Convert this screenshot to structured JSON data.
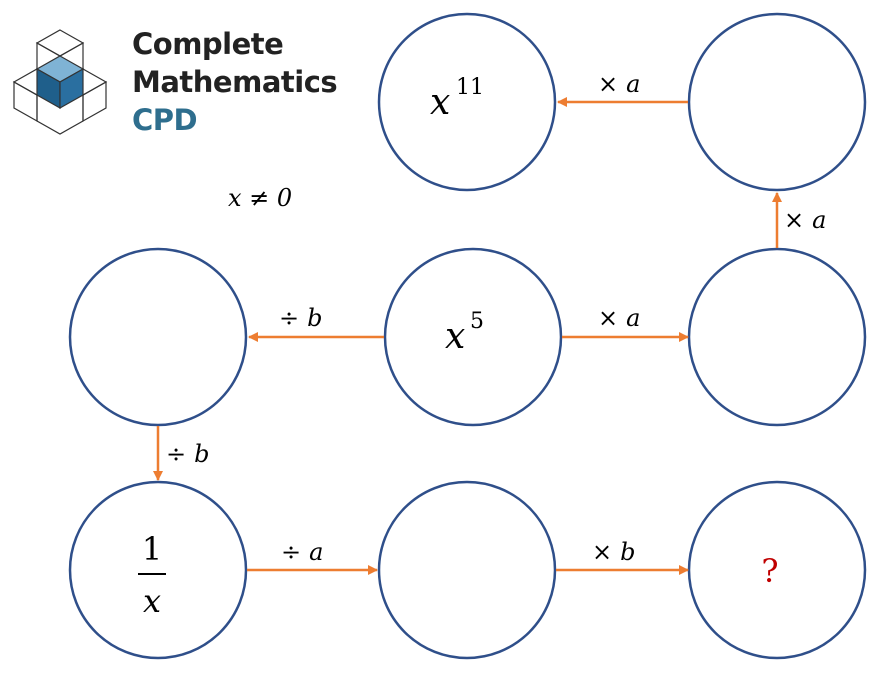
{
  "brand": {
    "line1": "Complete",
    "line2": "Mathematics",
    "line3": "CPD",
    "text_color": "#222222",
    "accent_color": "#2e6e8e",
    "cube_color": "#2a6fa0"
  },
  "condition": "x ≠ 0",
  "colors": {
    "circle_stroke": "#2f4f8a",
    "arrow": "#ed7d31",
    "question": "#c00000",
    "text": "#000000"
  },
  "nodes": [
    {
      "id": "top-mid",
      "base": "x",
      "exp": "11"
    },
    {
      "id": "top-right",
      "base": "",
      "exp": ""
    },
    {
      "id": "mid-left",
      "base": "",
      "exp": ""
    },
    {
      "id": "mid-center",
      "base": "x",
      "exp": "5"
    },
    {
      "id": "mid-right",
      "base": "",
      "exp": ""
    },
    {
      "id": "bot-left",
      "numerator": "1",
      "denominator": "x"
    },
    {
      "id": "bot-mid",
      "base": "",
      "exp": ""
    },
    {
      "id": "bot-right",
      "text": "?"
    }
  ],
  "edges": [
    {
      "id": "top-right-to-top-mid",
      "op": "×",
      "var": "a"
    },
    {
      "id": "mid-right-to-top-right",
      "op": "×",
      "var": "a"
    },
    {
      "id": "mid-center-to-mid-left",
      "op": "÷",
      "var": "b"
    },
    {
      "id": "mid-center-to-mid-right",
      "op": "×",
      "var": "a"
    },
    {
      "id": "mid-left-to-bot-left",
      "op": "÷",
      "var": "b"
    },
    {
      "id": "bot-left-to-bot-mid",
      "op": "÷",
      "var": "a"
    },
    {
      "id": "bot-mid-to-bot-right",
      "op": "×",
      "var": "b"
    }
  ]
}
